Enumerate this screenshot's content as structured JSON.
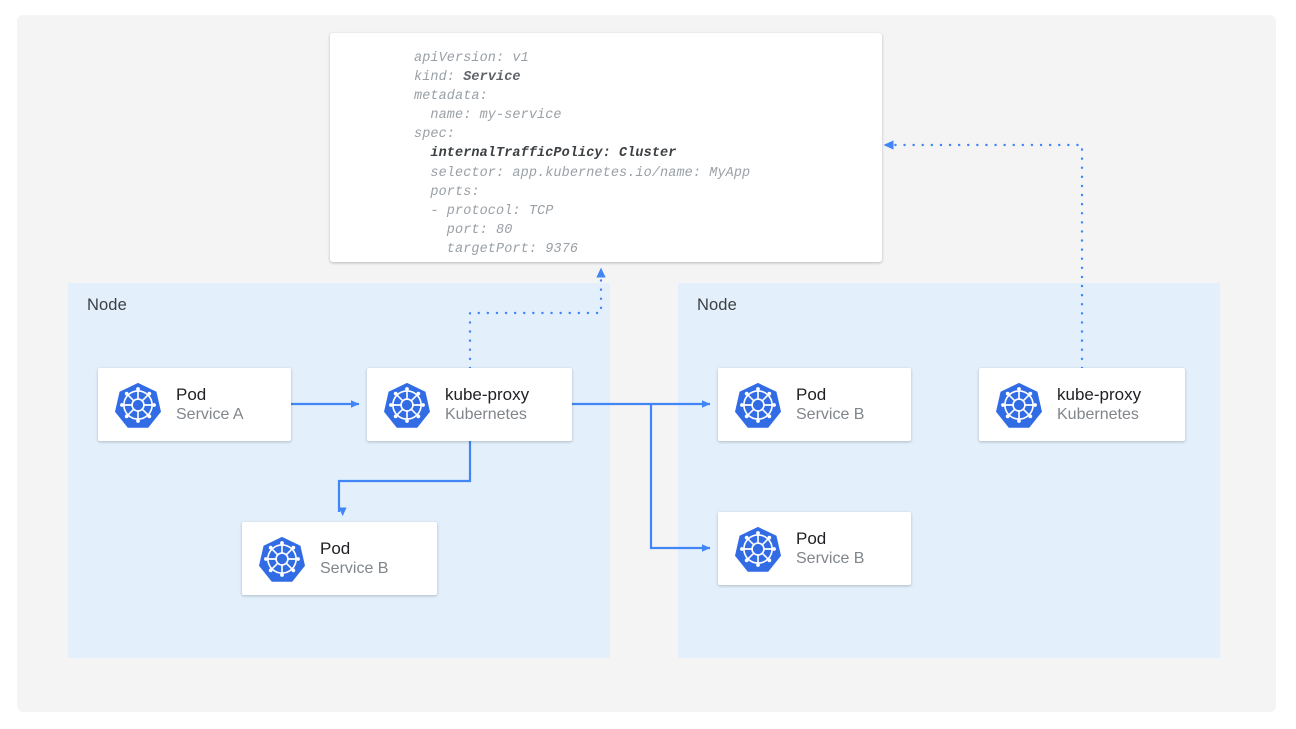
{
  "diagram": {
    "title_alt": "Kubernetes Service internalTrafficPolicy Cluster diagram",
    "accent_color": "#326ce5",
    "connector_color": "#4285f4",
    "node_bg_color": "#e3f0fc",
    "canvas_bg_color": "#f4f4f5",
    "card_bg_color": "#ffffff"
  },
  "yaml": {
    "lines": [
      {
        "text": "apiVersion: v1",
        "bold": false
      },
      {
        "text": "kind: ",
        "bold_suffix": "Service",
        "bold": false
      },
      {
        "text": "metadata:",
        "bold": false
      },
      {
        "text": "  name: my-service",
        "bold": false
      },
      {
        "text": "spec:",
        "bold": false
      },
      {
        "text": "  internalTrafficPolicy: Cluster",
        "bold": true
      },
      {
        "text": "  selector: app.kubernetes.io/name: MyApp",
        "bold": false
      },
      {
        "text": "  ports:",
        "bold": false
      },
      {
        "text": "  - protocol: TCP",
        "bold": false
      },
      {
        "text": "    port: 80",
        "bold": false
      },
      {
        "text": "    targetPort: 9376",
        "bold": false
      }
    ]
  },
  "nodes": [
    {
      "label": "Node"
    },
    {
      "label": "Node"
    }
  ],
  "cards": {
    "pod_a": {
      "title": "Pod",
      "subtitle": "Service A",
      "icon": "kubernetes-icon"
    },
    "kube_proxy_l": {
      "title": "kube-proxy",
      "subtitle": "Kubernetes",
      "icon": "kubernetes-icon"
    },
    "pod_b_left": {
      "title": "Pod",
      "subtitle": "Service B",
      "icon": "kubernetes-icon"
    },
    "pod_b_r1": {
      "title": "Pod",
      "subtitle": "Service B",
      "icon": "kubernetes-icon"
    },
    "pod_b_r2": {
      "title": "Pod",
      "subtitle": "Service B",
      "icon": "kubernetes-icon"
    },
    "kube_proxy_r": {
      "title": "kube-proxy",
      "subtitle": "Kubernetes",
      "icon": "kubernetes-icon"
    }
  }
}
